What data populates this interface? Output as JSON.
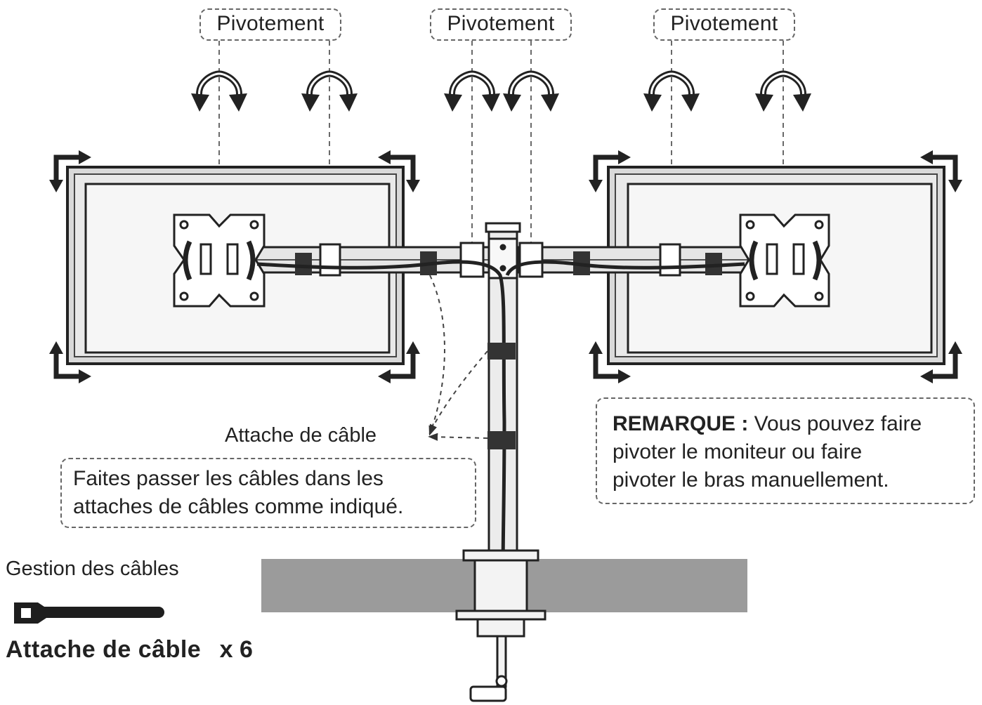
{
  "pivot_labels": [
    "Pivotement",
    "Pivotement",
    "Pivotement"
  ],
  "cable_tie_label": "Attache de câble",
  "routing_note": {
    "line1": "Faites passer les câbles dans les",
    "line2": "attaches de câbles comme indiqué."
  },
  "remark": {
    "heading": "REMARQUE :",
    "line1_rest": " Vous pouvez faire",
    "line2": "pivoter le moniteur ou faire",
    "line3": "pivoter le bras manuellement."
  },
  "cable_management": {
    "title": "Gestion des câbles",
    "item": "Attache de câble",
    "quantity": "x 6"
  },
  "icons": {
    "rotation": "pivot-rotation-arrow-icon",
    "tilt": "corner-tilt-arrow-icon",
    "strap": "velcro-cable-strap-icon"
  },
  "colors": {
    "line": "#222222",
    "desk": "#9b9b9b",
    "monitor_frame": "#d9d9d9",
    "screen": "#f4f4f4"
  }
}
